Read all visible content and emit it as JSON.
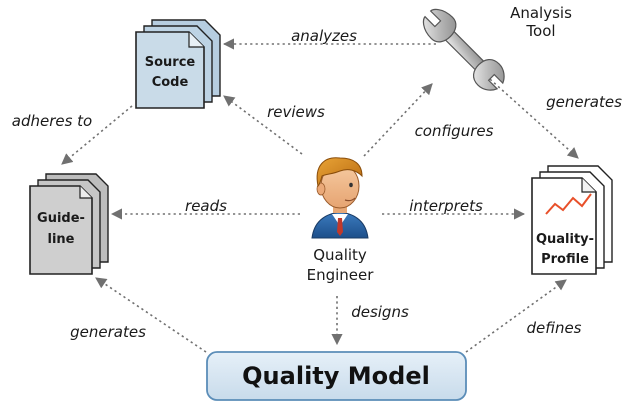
{
  "nodes": {
    "source_code": {
      "line1": "Source",
      "line2": "Code"
    },
    "analysis_tool": {
      "line1": "Analysis",
      "line2": "Tool"
    },
    "guideline": {
      "line1": "Guide-",
      "line2": "line"
    },
    "quality_engineer": {
      "line1": "Quality",
      "line2": "Engineer"
    },
    "quality_profile": {
      "line1": "Quality-",
      "line2": "Profile"
    },
    "quality_model": {
      "label": "Quality Model"
    }
  },
  "edges": {
    "analyzes": "analyzes",
    "generates_tool": "generates",
    "adheres_to": "adheres to",
    "reviews": "reviews",
    "configures": "configures",
    "reads": "reads",
    "interprets": "interprets",
    "designs": "designs",
    "generates_model": "generates",
    "defines": "defines"
  },
  "colors": {
    "source_code_fill": "#c9dbe8",
    "guideline_fill": "#cfcfcf",
    "profile_fill": "#ffffff",
    "model_fill": "#d7e6f1",
    "model_border": "#5b8db8",
    "edge": "#707070",
    "chart_line": "#e8502a"
  },
  "icons": {
    "tool": "wrench-icon",
    "engineer": "person-icon",
    "profile_chart": "line-chart-icon"
  }
}
